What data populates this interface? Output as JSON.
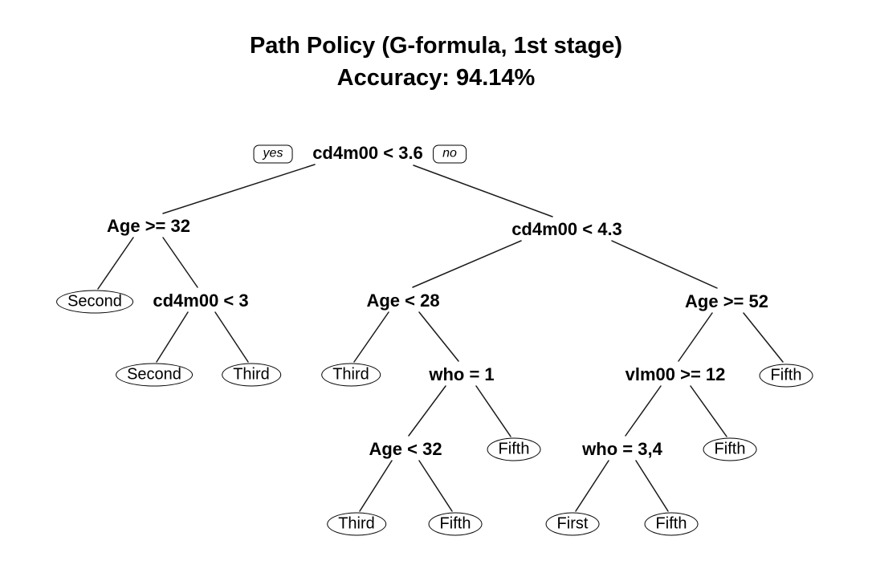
{
  "title": {
    "line1": "Path Policy (G-formula, 1st stage)",
    "line2": "Accuracy: 94.14%"
  },
  "accuracy": "94.14%",
  "branch_labels": {
    "yes": "yes",
    "no": "no"
  },
  "nodes": {
    "root": {
      "label": "cd4m00 < 3.6",
      "type": "split"
    },
    "l": {
      "label": "Age >= 32",
      "type": "split"
    },
    "r": {
      "label": "cd4m00 < 4.3",
      "type": "split"
    },
    "ll": {
      "label": "Second",
      "type": "leaf"
    },
    "lr": {
      "label": "cd4m00 < 3",
      "type": "split"
    },
    "lrl": {
      "label": "Second",
      "type": "leaf"
    },
    "lrr": {
      "label": "Third",
      "type": "leaf"
    },
    "rl": {
      "label": "Age < 28",
      "type": "split"
    },
    "rll": {
      "label": "Third",
      "type": "leaf"
    },
    "rlr": {
      "label": "who = 1",
      "type": "split"
    },
    "rlrl": {
      "label": "Age < 32",
      "type": "split"
    },
    "rlrll": {
      "label": "Third",
      "type": "leaf"
    },
    "rlrlr": {
      "label": "Fifth",
      "type": "leaf"
    },
    "rlrr": {
      "label": "Fifth",
      "type": "leaf"
    },
    "rr": {
      "label": "Age >= 52",
      "type": "split"
    },
    "rrl": {
      "label": "vlm00 >= 12",
      "type": "split"
    },
    "rrll": {
      "label": "who = 3,4",
      "type": "split"
    },
    "rrlll": {
      "label": "First",
      "type": "leaf"
    },
    "rrllr": {
      "label": "Fifth",
      "type": "leaf"
    },
    "rrlr": {
      "label": "Fifth",
      "type": "leaf"
    },
    "rrr": {
      "label": "Fifth",
      "type": "leaf"
    }
  },
  "structure": {
    "type": "decision-tree",
    "root": "root",
    "edges": [
      {
        "from": "root",
        "to": "l",
        "side": "left",
        "branch": "yes"
      },
      {
        "from": "root",
        "to": "r",
        "side": "right",
        "branch": "no"
      },
      {
        "from": "l",
        "to": "ll",
        "side": "left"
      },
      {
        "from": "l",
        "to": "lr",
        "side": "right"
      },
      {
        "from": "lr",
        "to": "lrl",
        "side": "left"
      },
      {
        "from": "lr",
        "to": "lrr",
        "side": "right"
      },
      {
        "from": "r",
        "to": "rl",
        "side": "left"
      },
      {
        "from": "r",
        "to": "rr",
        "side": "right"
      },
      {
        "from": "rl",
        "to": "rll",
        "side": "left"
      },
      {
        "from": "rl",
        "to": "rlr",
        "side": "right"
      },
      {
        "from": "rlr",
        "to": "rlrl",
        "side": "left"
      },
      {
        "from": "rlr",
        "to": "rlrr",
        "side": "right"
      },
      {
        "from": "rlrl",
        "to": "rlrll",
        "side": "left"
      },
      {
        "from": "rlrl",
        "to": "rlrlr",
        "side": "right"
      },
      {
        "from": "rr",
        "to": "rrl",
        "side": "left"
      },
      {
        "from": "rr",
        "to": "rrr",
        "side": "right"
      },
      {
        "from": "rrl",
        "to": "rrll",
        "side": "left"
      },
      {
        "from": "rrl",
        "to": "rrlr",
        "side": "right"
      },
      {
        "from": "rrll",
        "to": "rrlll",
        "side": "left"
      },
      {
        "from": "rrll",
        "to": "rrllr",
        "side": "right"
      }
    ]
  },
  "colors": {
    "background": "#ffffff",
    "text": "#000000",
    "branch_line": "#1a1a1a",
    "node_fill": "#ffffff",
    "node_border": "#000000"
  }
}
